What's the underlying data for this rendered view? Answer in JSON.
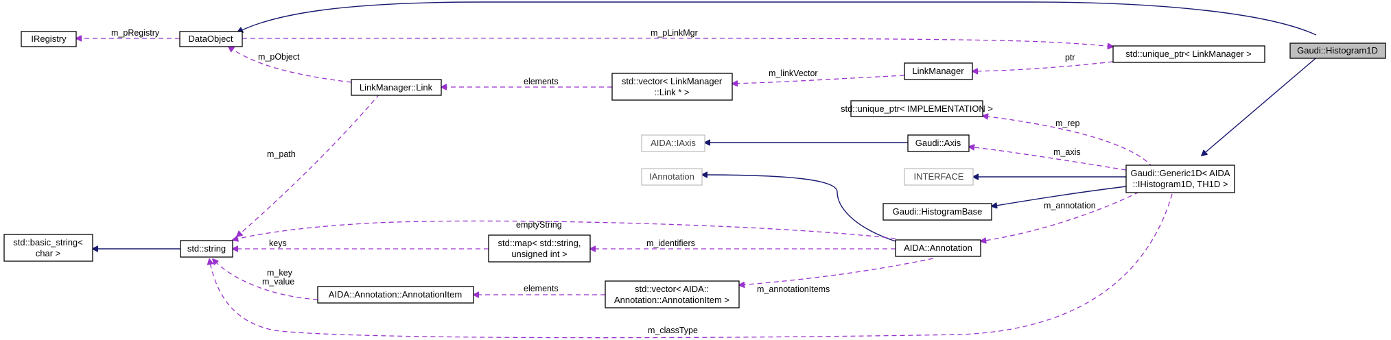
{
  "nodes": {
    "iregistry": "IRegistry",
    "dataobject": "DataObject",
    "unique_ptr_linkmgr": "std::unique_ptr< LinkManager >",
    "histogram1d": "Gaudi::Histogram1D",
    "linkmanager": "LinkManager",
    "linkmanager_link": "LinkManager::Link",
    "vector_link_line1": "std::vector< LinkManager",
    "vector_link_line2": "::Link * >",
    "unique_ptr_impl": "std::unique_ptr< IMPLEMENTATION >",
    "aida_iaxis": "AIDA::IAxis",
    "gaudi_axis": "Gaudi::Axis",
    "iannotation": "IAnnotation",
    "interface": "INTERFACE",
    "generic1d_line1": "Gaudi::Generic1D< AIDA",
    "generic1d_line2": "::IHistogram1D, TH1D >",
    "histogrambase": "Gaudi::HistogramBase",
    "basic_string_line1": "std::basic_string<",
    "basic_string_line2": "char >",
    "std_string": "std::string",
    "map_line1": "std::map< std::string,",
    "map_line2": "unsigned int >",
    "aida_annotation": "AIDA::Annotation",
    "annotation_item": "AIDA::Annotation::AnnotationItem",
    "vector_item_line1": "std::vector< AIDA::",
    "vector_item_line2": "Annotation::AnnotationItem >"
  },
  "edges": {
    "m_pRegistry": "m_pRegistry",
    "m_pLinkMgr": "m_pLinkMgr",
    "ptr": "ptr",
    "m_pObject": "m_pObject",
    "elements_link": "elements",
    "m_linkVector": "m_linkVector",
    "m_path": "m_path",
    "m_rep": "m_rep",
    "m_axis": "m_axis",
    "m_annotation": "m_annotation",
    "emptyString": "emptyString",
    "keys": "keys",
    "m_identifiers": "m_identifiers",
    "m_key": "m_key",
    "m_value": "m_value",
    "m_annotationItems": "m_annotationItems",
    "elements_item": "elements",
    "m_classType": "m_classType"
  },
  "colors": {
    "inheritance_edge": "#191970",
    "usage_edge": "#9a32cd",
    "focus_fill": "#bfbfbf",
    "external_border": "#bfbfbf"
  }
}
